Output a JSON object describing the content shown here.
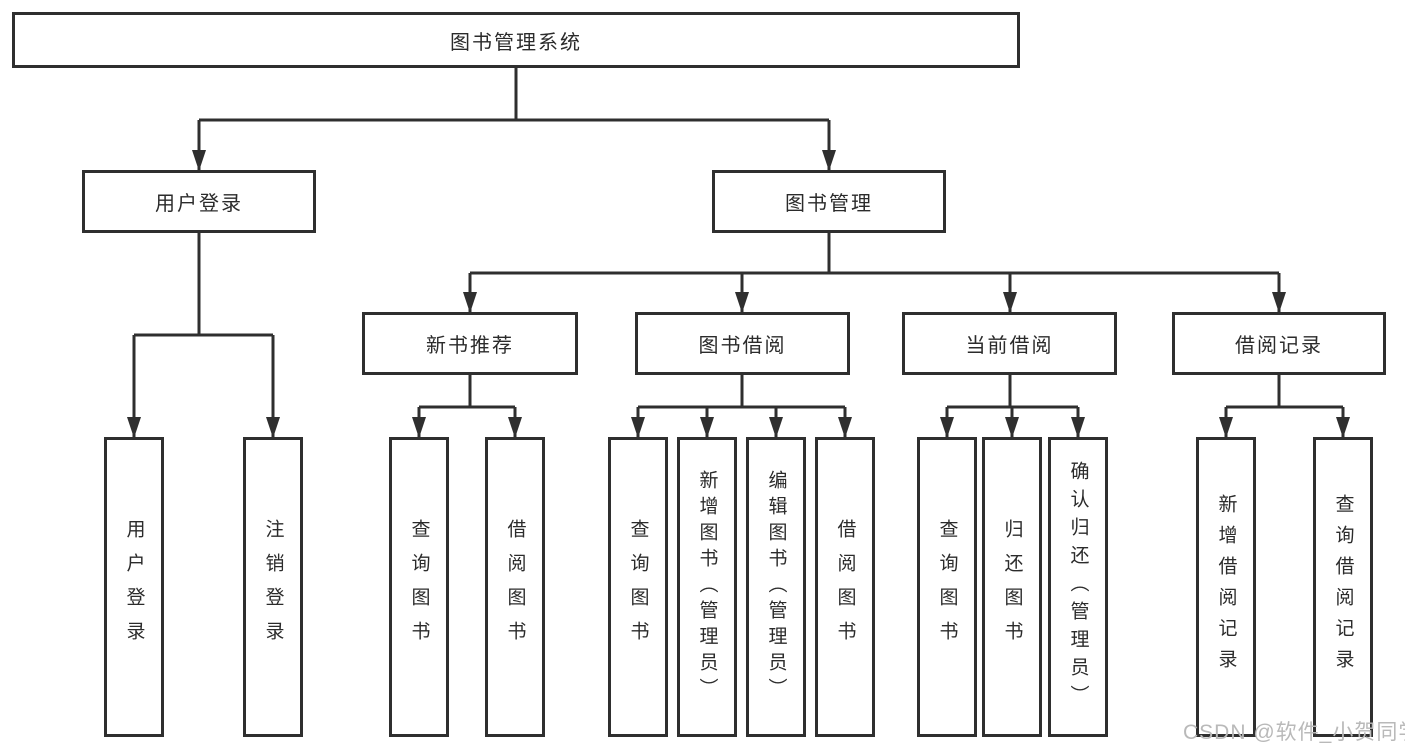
{
  "nodes": {
    "root": {
      "label": "图书管理系统"
    },
    "user_login": {
      "label": "用户登录"
    },
    "book_mgmt": {
      "label": "图书管理"
    },
    "new_books": {
      "label": "新书推荐"
    },
    "book_borrow": {
      "label": "图书借阅"
    },
    "current_borrow": {
      "label": "当前借阅"
    },
    "borrow_records": {
      "label": "借阅记录"
    },
    "leaf_user_login": {
      "label": "用户登录"
    },
    "leaf_logout": {
      "label": "注销登录"
    },
    "leaf_nb_query": {
      "label": "查询图书"
    },
    "leaf_nb_borrow": {
      "label": "借阅图书"
    },
    "leaf_bb_query": {
      "label": "查询图书"
    },
    "leaf_bb_add": {
      "label": "新增图书（管理员）"
    },
    "leaf_bb_edit": {
      "label": "编辑图书（管理员）"
    },
    "leaf_bb_borrow": {
      "label": "借阅图书"
    },
    "leaf_cb_query": {
      "label": "查询图书"
    },
    "leaf_cb_return": {
      "label": "归还图书"
    },
    "leaf_cb_confirm": {
      "label": "确认归还（管理员）"
    },
    "leaf_br_add": {
      "label": "新增借阅记录"
    },
    "leaf_br_query": {
      "label": "查询借阅记录"
    }
  },
  "hierarchy": {
    "root": [
      "user_login",
      "book_mgmt"
    ],
    "user_login": [
      "leaf_user_login",
      "leaf_logout"
    ],
    "book_mgmt": [
      "new_books",
      "book_borrow",
      "current_borrow",
      "borrow_records"
    ],
    "new_books": [
      "leaf_nb_query",
      "leaf_nb_borrow"
    ],
    "book_borrow": [
      "leaf_bb_query",
      "leaf_bb_add",
      "leaf_bb_edit",
      "leaf_bb_borrow"
    ],
    "current_borrow": [
      "leaf_cb_query",
      "leaf_cb_return",
      "leaf_cb_confirm"
    ],
    "borrow_records": [
      "leaf_br_add",
      "leaf_br_query"
    ]
  },
  "watermark": {
    "text": "CSDN @软件_小贺同学"
  },
  "colors": {
    "line": "#2f2f2f",
    "text": "#2b2b2b",
    "watermark": "#b9b9b9",
    "bg": "#ffffff"
  }
}
